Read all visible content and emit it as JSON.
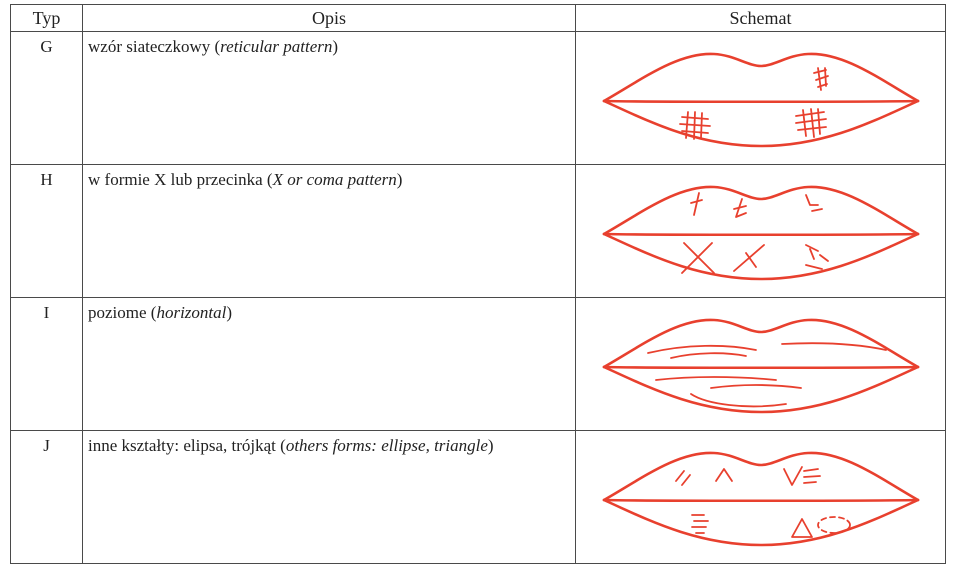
{
  "table": {
    "headers": {
      "type": "Typ",
      "description": "Opis",
      "schema": "Schemat"
    },
    "rows": [
      {
        "type": "G",
        "description_pl": "wzór siateczkowy (",
        "description_en": "reticular pattern",
        "description_close": ")",
        "schema_icon": "lips-reticular-pattern-icon"
      },
      {
        "type": "H",
        "description_pl": "w formie X lub przecinka (",
        "description_en": "X or coma pattern",
        "description_close": ")",
        "schema_icon": "lips-x-coma-pattern-icon"
      },
      {
        "type": "I",
        "description_pl": "poziome (",
        "description_en": "horizontal",
        "description_close": ")",
        "schema_icon": "lips-horizontal-pattern-icon"
      },
      {
        "type": "J",
        "description_pl": "inne kształty: elipsa, trójkąt (",
        "description_en": "others forms: ellipse, triangle",
        "description_close": ")",
        "schema_icon": "lips-other-forms-icon"
      }
    ]
  },
  "colors": {
    "lip_stroke": "#e8402e",
    "border": "#4a4a4a",
    "text": "#222222"
  }
}
